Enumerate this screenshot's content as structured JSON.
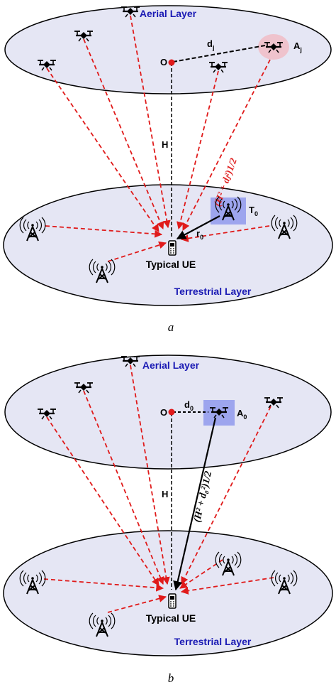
{
  "panel_a": {
    "caption": "a",
    "aerial_layer_label": "Aerial Layer",
    "terrestrial_layer_label": "Terrestrial Layer",
    "origin_label": "O",
    "height_label": "H",
    "distance_main": "d",
    "distance_sub": "j",
    "serving_aerial_main": "A",
    "serving_aerial_sub": "j",
    "serving_ground_main": "T",
    "serving_ground_sub": "0",
    "link_distance_main": "r",
    "link_distance_sub": "0",
    "ue_label": "Typical UE",
    "formula_label": "(H² + dⱼ²)1/2",
    "formula_color": "#e02020"
  },
  "panel_b": {
    "caption": "b",
    "aerial_layer_label": "Aerial Layer",
    "terrestrial_layer_label": "Terrestrial Layer",
    "origin_label": "O",
    "height_label": "H",
    "distance_main": "d",
    "distance_sub": "0",
    "serving_aerial_main": "A",
    "serving_aerial_sub": "0",
    "ue_label": "Typical UE",
    "formula_label": "(H² + d₀²)1/2",
    "formula_color": "#000000"
  },
  "colors": {
    "layer_fill": "#e5e6f4",
    "interference_link": "#e01a1a",
    "serving_highlight": "#9da5ee",
    "aerial_highlight": "#efc3cd",
    "origin_dot": "#e01a1a"
  },
  "icons": [
    "drone-icon",
    "base-station-icon",
    "phone-icon"
  ]
}
